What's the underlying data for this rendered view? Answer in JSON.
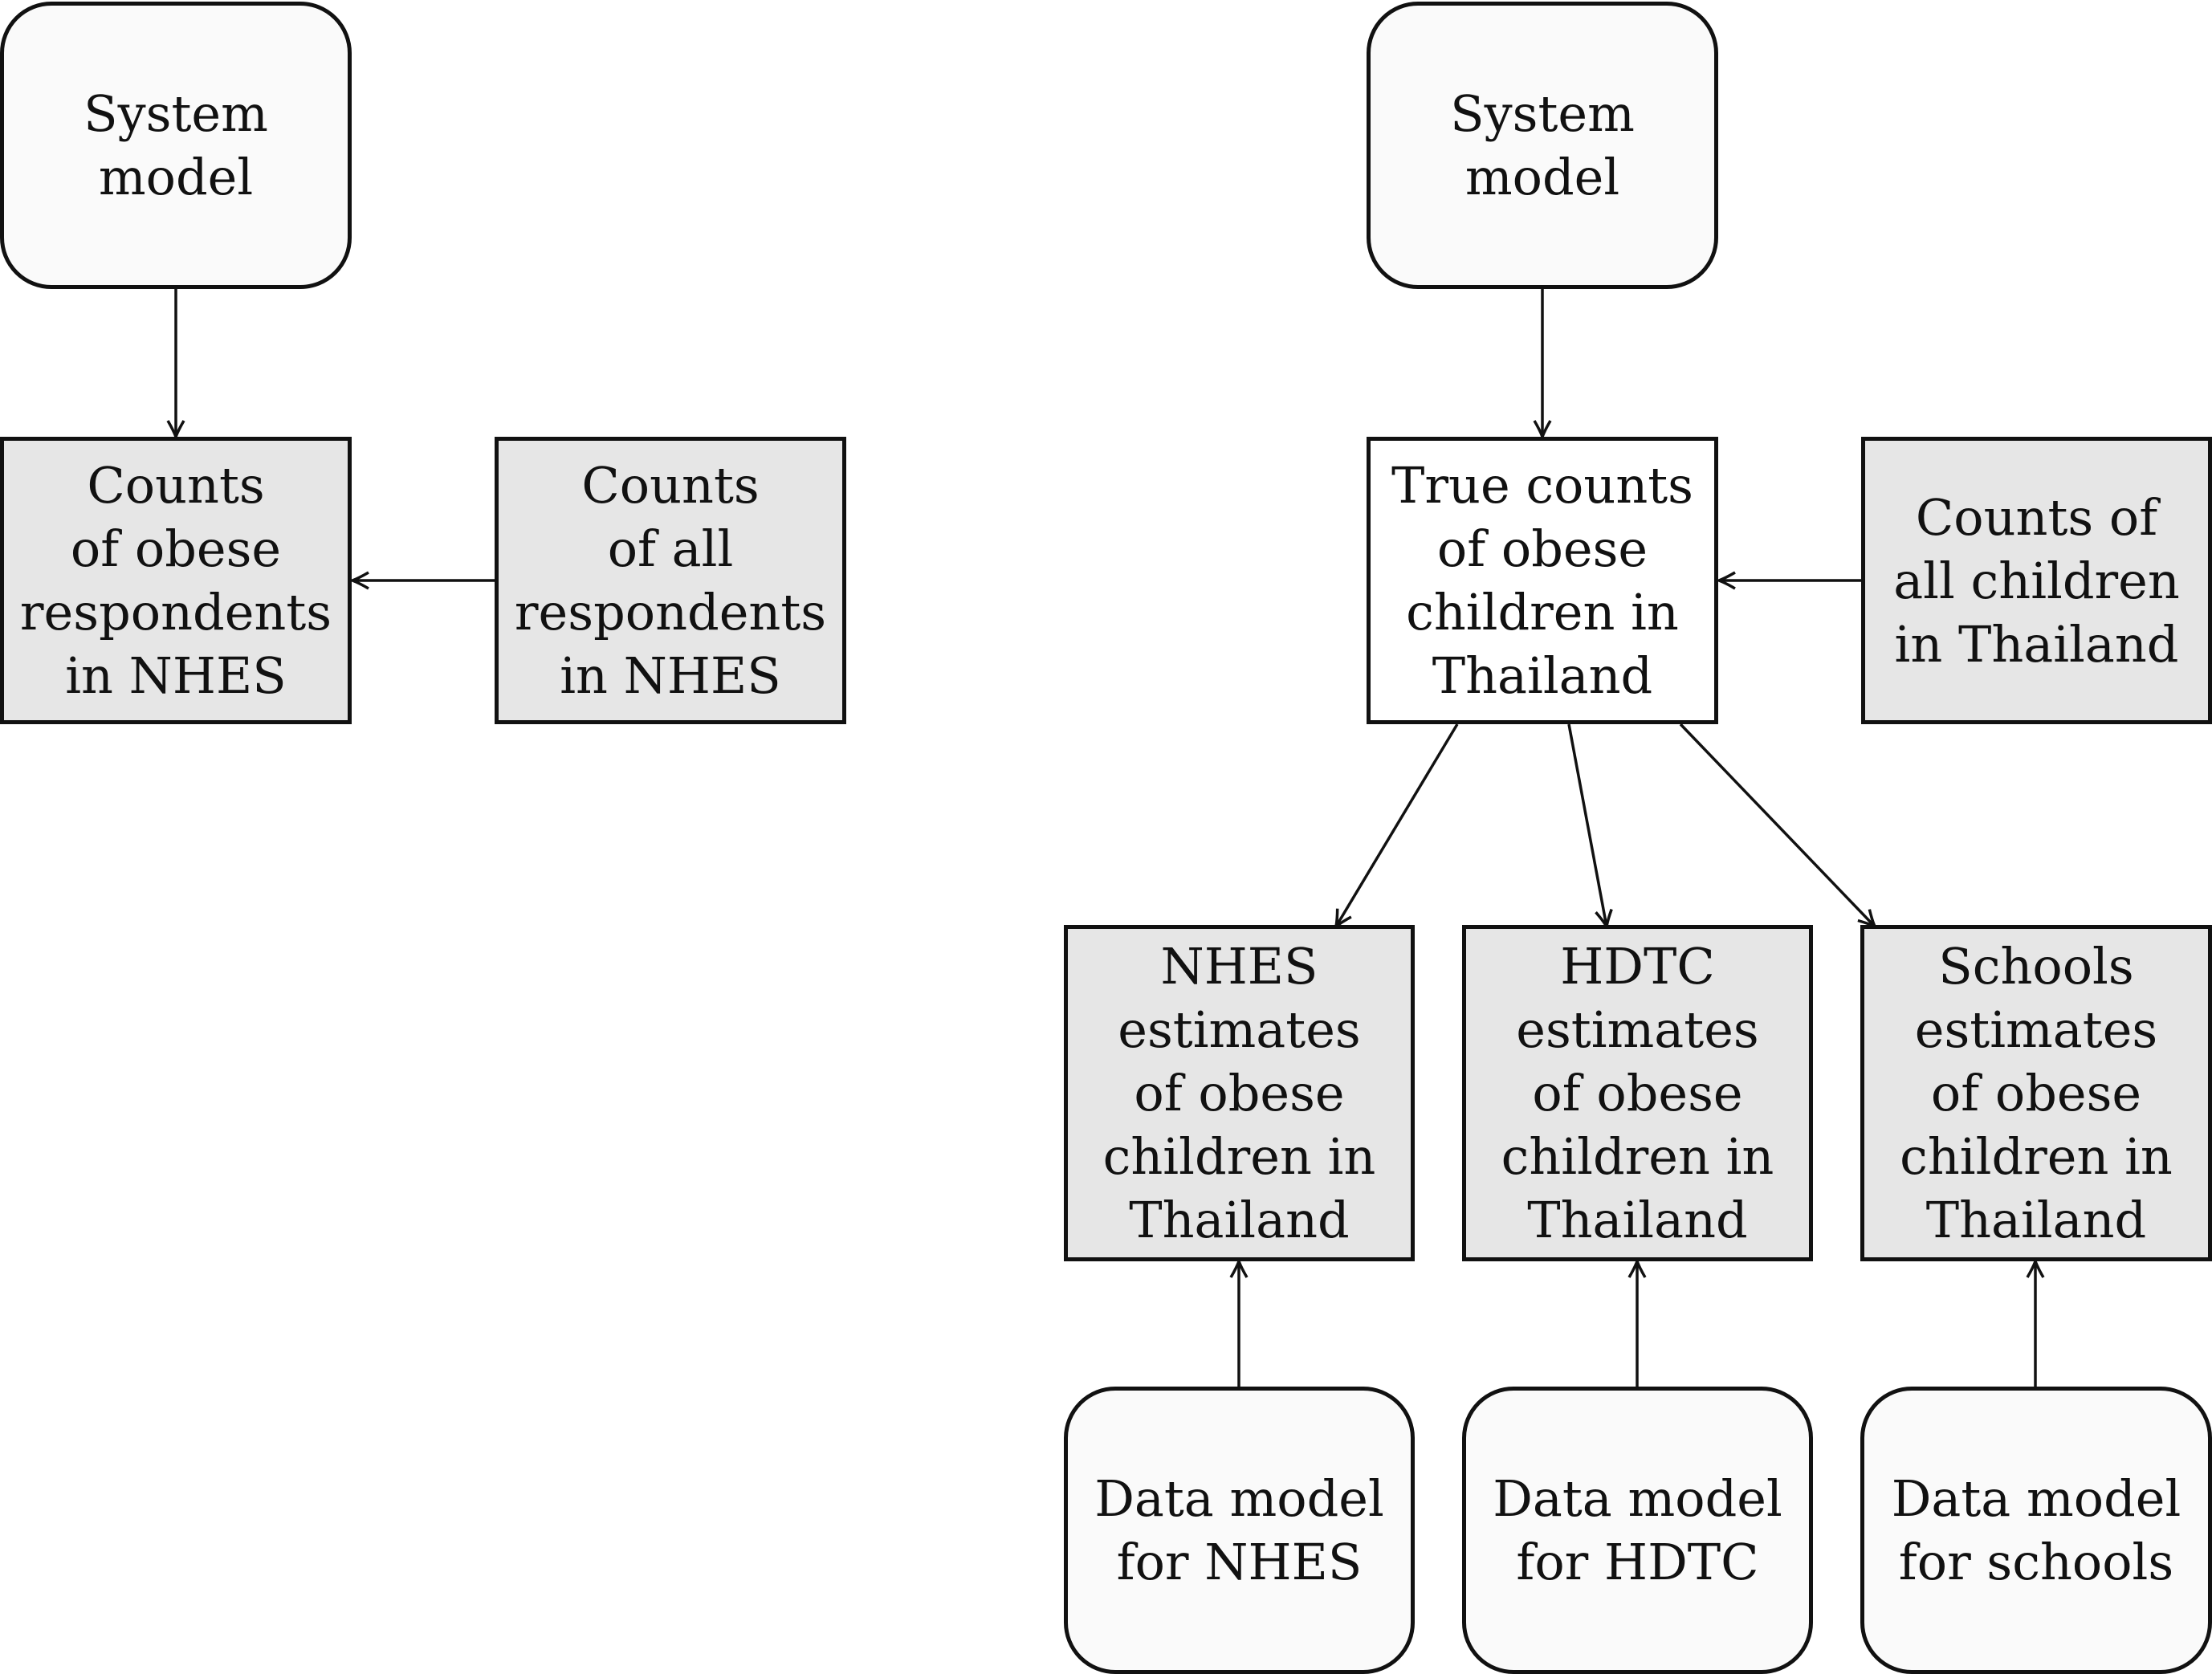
{
  "colors": {
    "stroke": "#111111",
    "observed_fill": "#e6e6e6",
    "model_fill": "#fafafa",
    "latent_fill": "#ffffff"
  },
  "left_diagram": {
    "system_model": "System\nmodel",
    "obese_respondents": "Counts\nof obese\nrespondents\nin NHES",
    "all_respondents": "Counts\nof all\nrespondents\nin NHES"
  },
  "right_diagram": {
    "system_model": "System\nmodel",
    "true_counts": "True counts\nof obese\nchildren in\nThailand",
    "all_children": "Counts of\nall children\nin Thailand",
    "nhes_estimates": "NHES\nestimates\nof obese\nchildren in\nThailand",
    "hdtc_estimates": "HDTC\nestimates\nof obese\nchildren in\nThailand",
    "schools_estimates": "Schools\nestimates\nof obese\nchildren in\nThailand",
    "data_model_nhes": "Data model\nfor NHES",
    "data_model_hdtc": "Data model\nfor HDTC",
    "data_model_schools": "Data model\nfor schools"
  }
}
